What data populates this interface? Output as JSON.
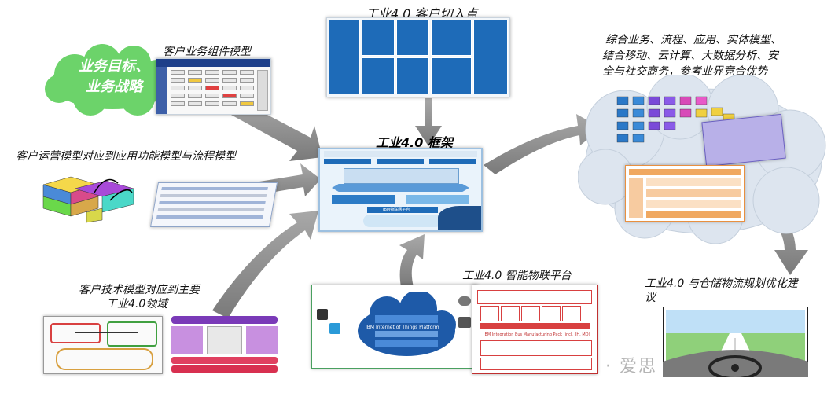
{
  "labels": {
    "top_center": "工业4.0 客户切入点",
    "component_model": "客户业务组件模型",
    "cloud_goal_line1": "业务目标、",
    "cloud_goal_line2": "业务战略",
    "ops_model": "客户运营模型对应到应用功能模型与流程模型",
    "framework_title": "工业4.0 框架",
    "right_line1": "综合业务、流程、应用、实体模型、",
    "right_line2": "结合移动、云计算、大数据分析、安",
    "right_line3": "全与社交商务，参考业界竞合优势",
    "tech_line1": "客户技术模型对应到主要",
    "tech_line2": "工业4.0领域",
    "iot_platform": "工业4.0  智能物联平台",
    "warehouse_line1": "工业4.0 与仓储物流规划优化建",
    "warehouse_line2": "议",
    "iot_cloud_title": "IBM Internet of Things Platform",
    "integration_pack": "IBM Integration Bus Manufacturing Pack (incl. IIH, MQ)",
    "framework_bar": "IBM物联网平台",
    "watermark": "· 爱思"
  },
  "colors": {
    "arrow": "#8c8c8c",
    "green_cloud": "#6cd36a",
    "blue_panel": "#1e6bb8",
    "grey_cloud": "#d8e1ec"
  }
}
